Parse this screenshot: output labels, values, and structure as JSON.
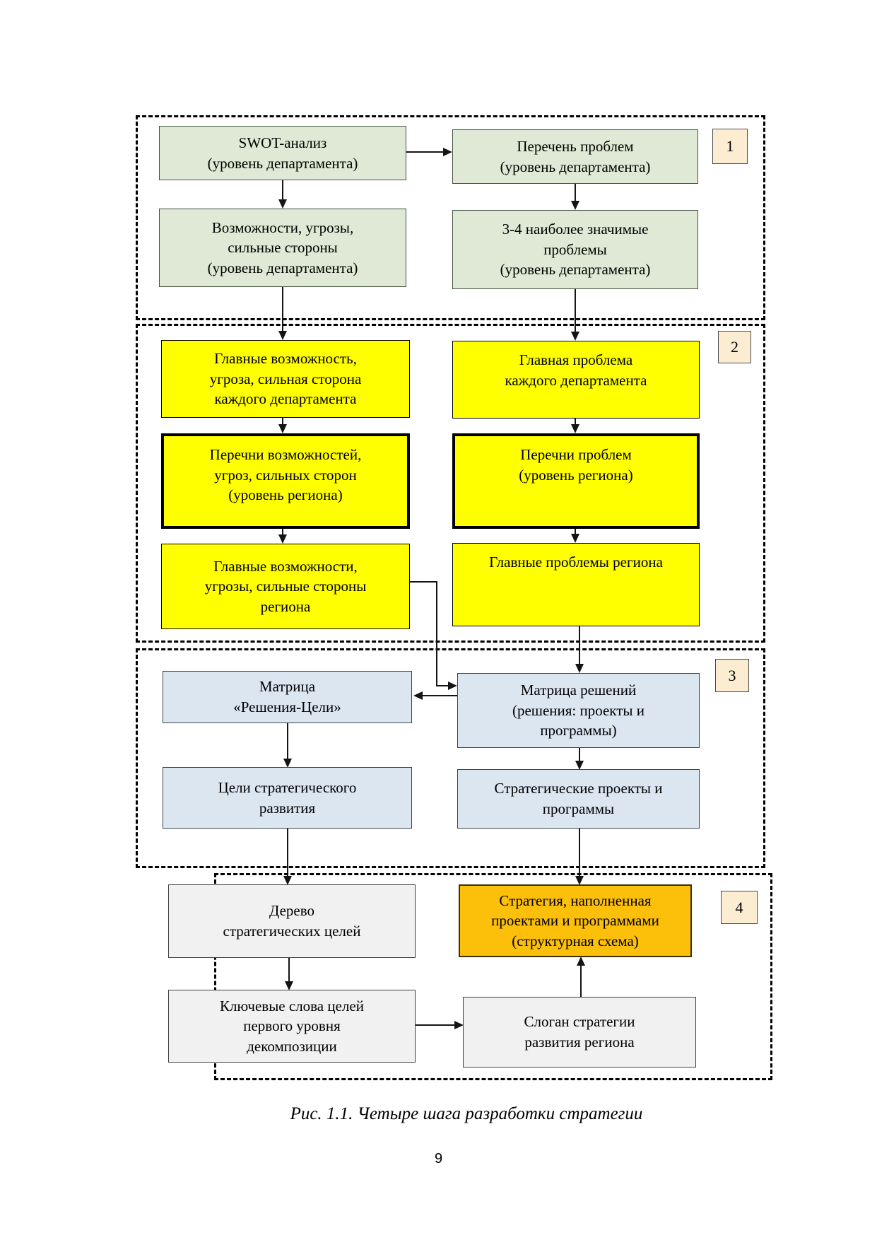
{
  "figure": {
    "caption": "Рис. 1.1. Четыре шага разработки стратегии",
    "page_number": "9"
  },
  "badges": {
    "step1": "1",
    "step2": "2",
    "step3": "3",
    "step4": "4"
  },
  "boxes": {
    "swot": "SWOT-анализ\n(уровень департамента)",
    "problems_dept": "Перечень проблем\n(уровень департамента)",
    "opp_threats_dept": "Возможности, угрозы,\nсильные стороны\n(уровень департамента)",
    "top_problems_dept": "3-4 наиболее значимые\nпроблемы\n(уровень департамента)",
    "main_opp_each_dept": "Главные возможность,\nугроза, сильная сторона\nкаждого департамента",
    "main_problem_each_dept": "Главная проблема\nкаждого департамента",
    "opp_lists_region": "Перечни возможностей,\nугроз, сильных сторон\n(уровень региона)",
    "problem_lists_region": "Перечни проблем\n(уровень региона)",
    "main_opp_region": "Главные возможности,\nугрозы, сильные стороны\nрегиона",
    "main_problems_region": "Главные проблемы региона",
    "matrix_goals": "Матрица\n«Решения-Цели»",
    "matrix_decisions": "Матрица решений\n(решения: проекты и\nпрограммы)",
    "strategic_goals": "Цели стратегического\nразвития",
    "strategic_projects": "Стратегические проекты и\nпрограммы",
    "goals_tree": "Дерево\nстратегических целей",
    "strategy_filled": "Стратегия, наполненная\nпроектами и программами\n(структурная схема)",
    "keywords": "Ключевые слова целей\nпервого уровня\nдекомпозиции",
    "slogan": "Слоган стратегии\nразвития региона"
  },
  "colors": {
    "step1_fill": "#dfe9d5",
    "step2_fill": "#ffff00",
    "step3_fill": "#dce6f1",
    "step4_fill": "#f1f1f1",
    "strategy_fill": "#fcbf0a",
    "badge_fill": "#fbecd2",
    "line": "#141414"
  }
}
